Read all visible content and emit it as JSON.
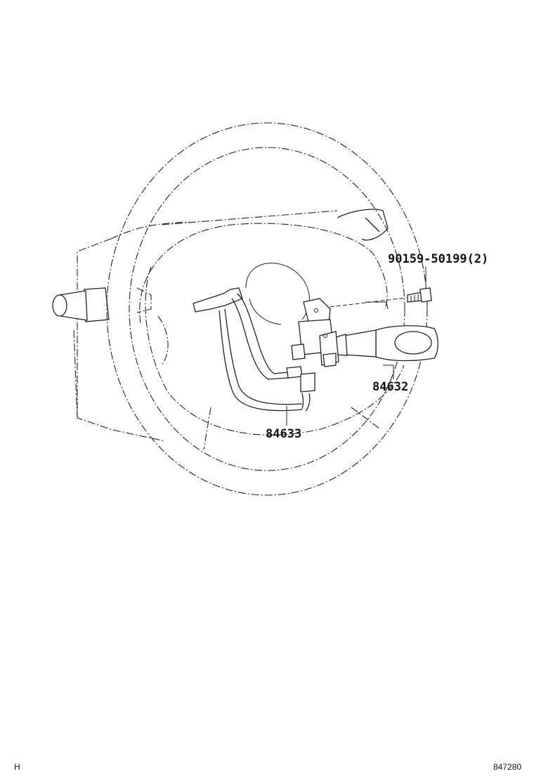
{
  "labels": {
    "bolt": "90159-50199(2)",
    "switch_right": "84632",
    "switch_left": "84633"
  },
  "footer": {
    "left": "H",
    "right": "847280"
  }
}
